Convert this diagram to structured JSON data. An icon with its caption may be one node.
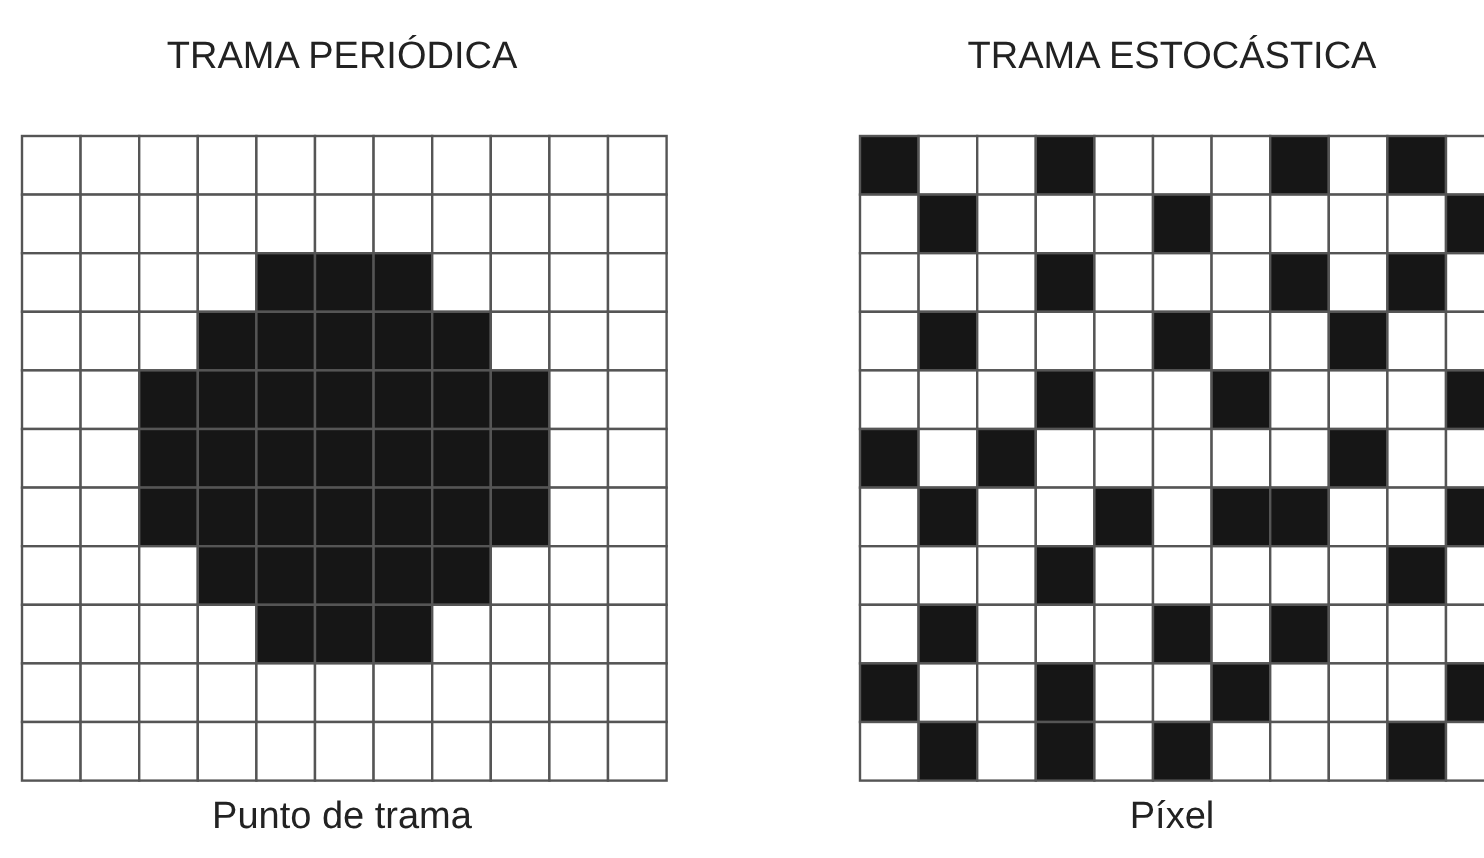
{
  "diagram": {
    "labels": [
      "TRAMA PERIÓDICA",
      "TRAMA ESTOCÁSTICA",
      "Punto de trama",
      "Píxel"
    ]
  }
}
